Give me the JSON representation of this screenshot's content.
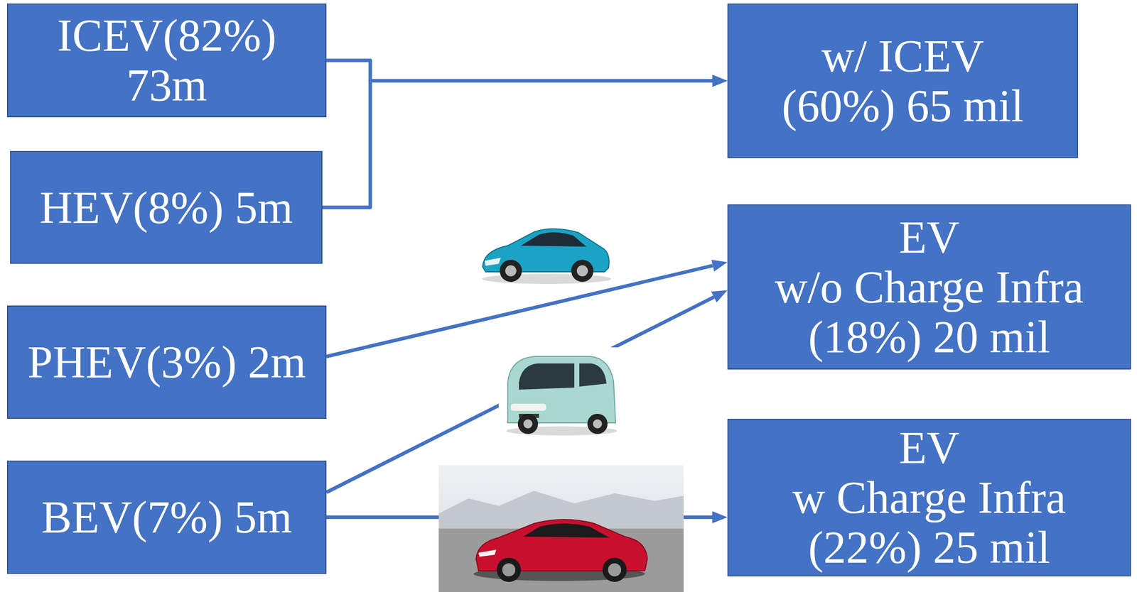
{
  "diagram": {
    "nodes": [
      {
        "text": [
          "ICEV(82%) 73m"
        ]
      },
      {
        "text": [
          "HEV(8%) 5m"
        ]
      },
      {
        "text": [
          "PHEV(3%) 2m"
        ]
      },
      {
        "text": [
          "BEV(7%) 5m"
        ]
      },
      {
        "text": [
          "w/ ICEV (60%) 65 mil"
        ]
      },
      {
        "text": [
          "EV",
          "w/o Charge Infra (18%) 20 mil"
        ]
      },
      {
        "text": [
          "EV",
          "w Charge Infra (22%) 25 mil"
        ]
      }
    ],
    "edges": [
      {
        "from": 0,
        "to": 4,
        "arrow": "to"
      },
      {
        "from": 1,
        "to": 4,
        "arrow": "to"
      },
      {
        "from": 2,
        "to": 5,
        "arrow": "to"
      },
      {
        "from": 3,
        "to": 5,
        "arrow": "to"
      },
      {
        "from": 3,
        "to": 6,
        "arrow": "to"
      }
    ]
  }
}
